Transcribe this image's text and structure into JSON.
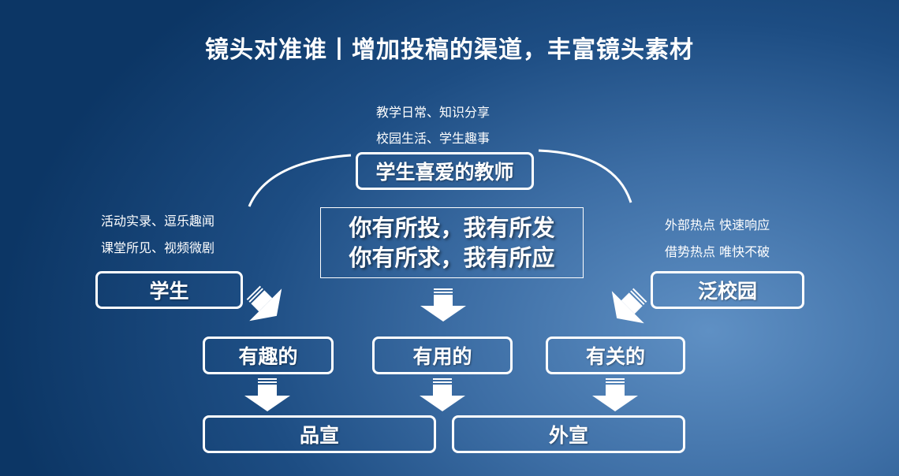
{
  "title": "镜头对准谁丨增加投稿的渠道，丰富镜头素材",
  "teacher": {
    "lines": [
      "教学日常、知识分享",
      "校园生活、学生趣事"
    ],
    "label": "学生喜爱的教师"
  },
  "student": {
    "lines": [
      "活动实录、逗乐趣闻",
      "课堂所见、视频微剧"
    ],
    "label": "学生"
  },
  "campus": {
    "lines": [
      "外部热点  快速响应",
      "借势热点  唯快不破"
    ],
    "label": "泛校园"
  },
  "slogan": [
    "你有所投，我有所发",
    "你有所求，我有所应"
  ],
  "categories": [
    "有趣的",
    "有用的",
    "有关的"
  ],
  "outputs": [
    "品宣",
    "外宣"
  ]
}
